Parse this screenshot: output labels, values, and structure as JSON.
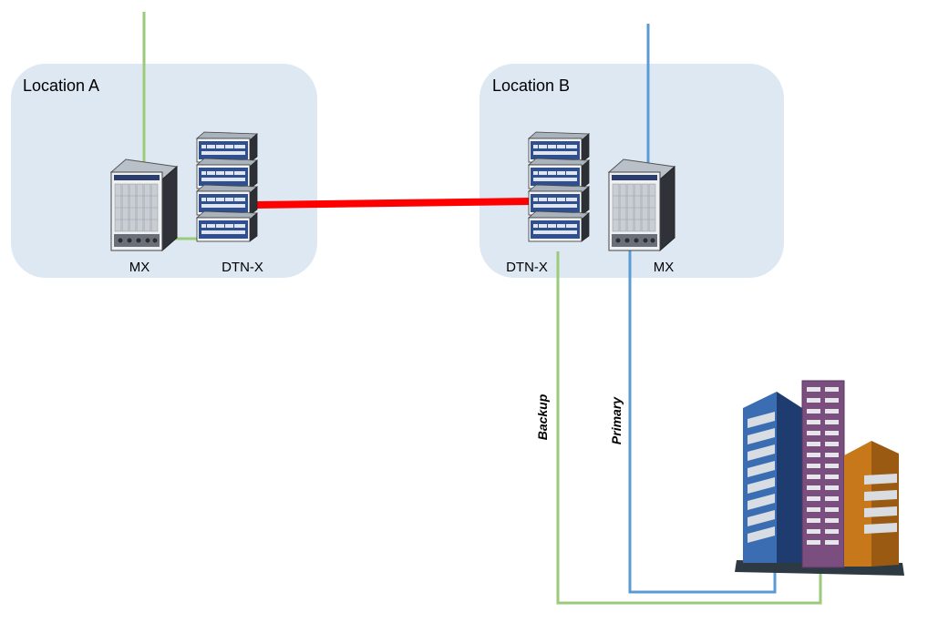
{
  "locations": [
    {
      "title": "Location A",
      "mx_label": "MX",
      "dtn_label": "DTN-X"
    },
    {
      "title": "Location B",
      "mx_label": "MX",
      "dtn_label": "DTN-X"
    }
  ],
  "links": {
    "backup_label": "Backup",
    "primary_label": "Primary"
  },
  "colors": {
    "location_bg": "#dde8f3",
    "green_link": "#9bcb7a",
    "blue_link": "#5b9bd5",
    "optical_link": "#ff0000"
  },
  "icons": [
    "mx-router-icon",
    "dtn-x-stack-icon",
    "office-buildings-icon"
  ]
}
